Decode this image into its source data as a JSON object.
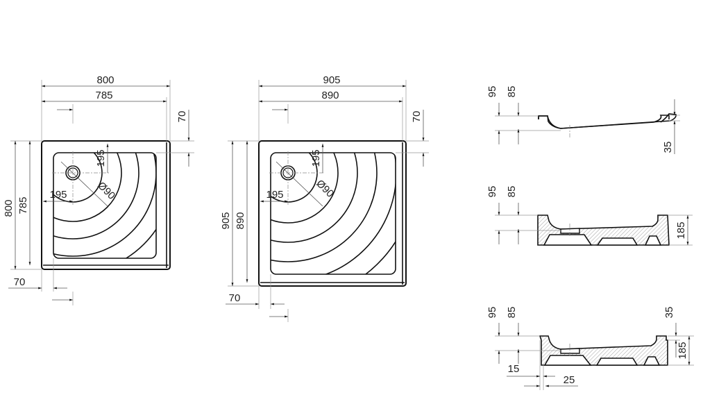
{
  "plan_800": {
    "width_outer": "800",
    "width_inner": "785",
    "height_outer": "800",
    "height_inner": "785",
    "rim_bottom": "70",
    "rim_right": "70",
    "drain_offset_y": "195",
    "drain_offset_x": "195",
    "drain_diameter": "Ø90"
  },
  "plan_905": {
    "width_outer": "905",
    "width_inner": "890",
    "height_outer": "905",
    "height_inner": "890",
    "rim_bottom": "70",
    "rim_right": "70",
    "drain_offset_y": "195",
    "drain_offset_x": "195",
    "drain_diameter": "Ø90"
  },
  "section_1": {
    "depth_outer": "95",
    "depth_inner": "85",
    "rim_height": "35"
  },
  "section_2": {
    "depth_outer": "95",
    "depth_inner": "85",
    "total_height": "185"
  },
  "section_3": {
    "depth_outer": "95",
    "depth_inner": "85",
    "rim_height": "35",
    "total_height": "185",
    "offset_a": "15",
    "offset_b": "25"
  }
}
